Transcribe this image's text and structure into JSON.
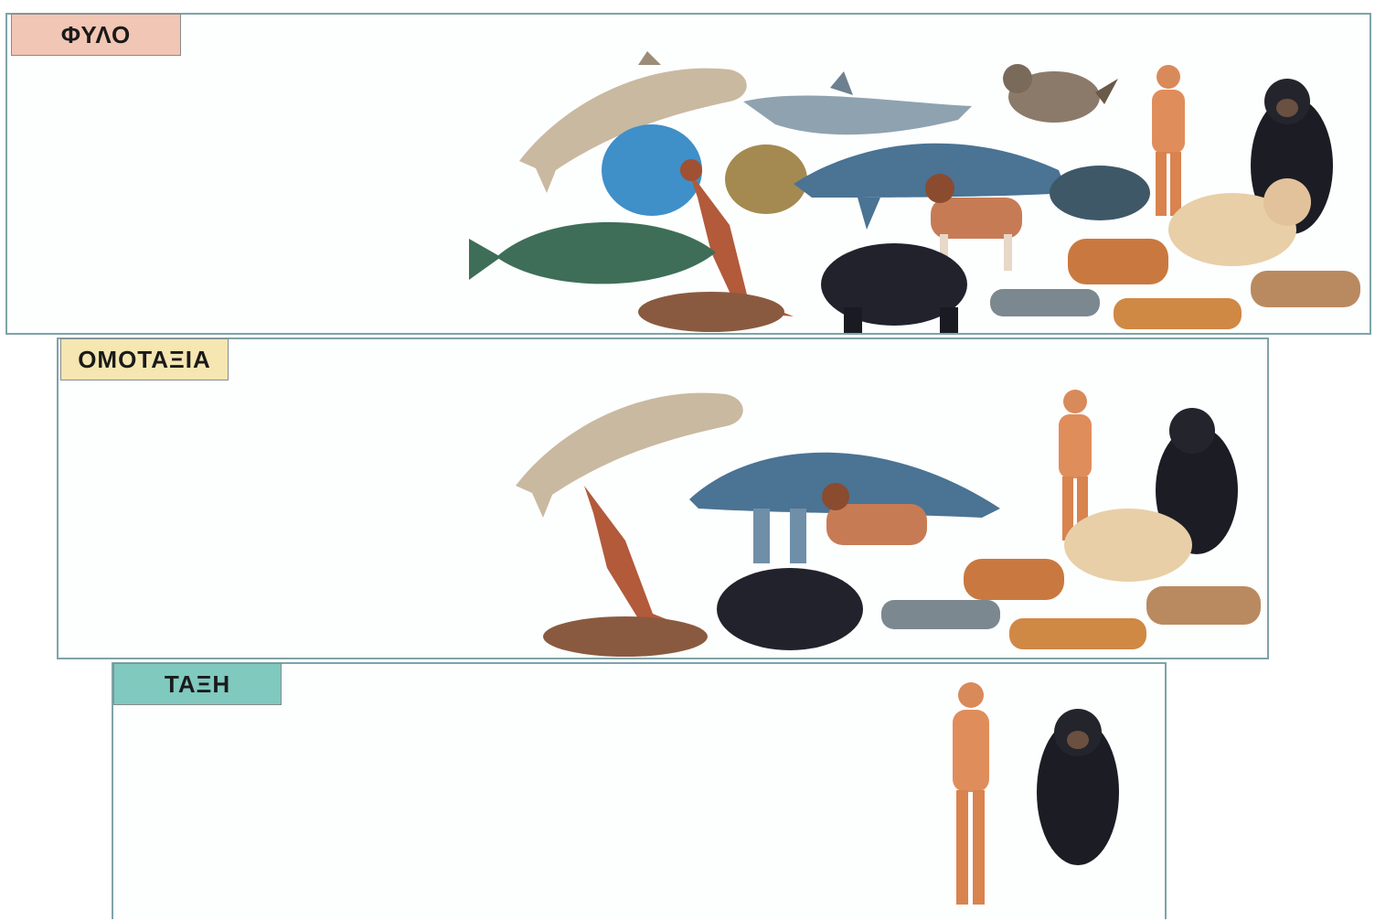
{
  "levels": [
    {
      "label": "ΦΥΛΟ"
    },
    {
      "label": "ΟΜΟΤΑΞΙΑ"
    },
    {
      "label": "ΤΑΞΗ"
    }
  ],
  "colors": {
    "phylum_tag": "#f2c6b4",
    "class_tag": "#f5e6b2",
    "order_tag": "#7fc9bf",
    "panel_border": "#7fa3a8"
  },
  "icons": [
    "dolphin-icon",
    "shark-icon",
    "sparrow-icon",
    "human-icon",
    "chimpanzee-icon",
    "fish-icon",
    "frog-icon",
    "whale-icon",
    "dog-icon",
    "turtle-icon",
    "kangaroo-icon",
    "bear-icon",
    "cat-icon",
    "tiger-icon",
    "lion-icon",
    "wolf-icon",
    "platypus-icon"
  ]
}
